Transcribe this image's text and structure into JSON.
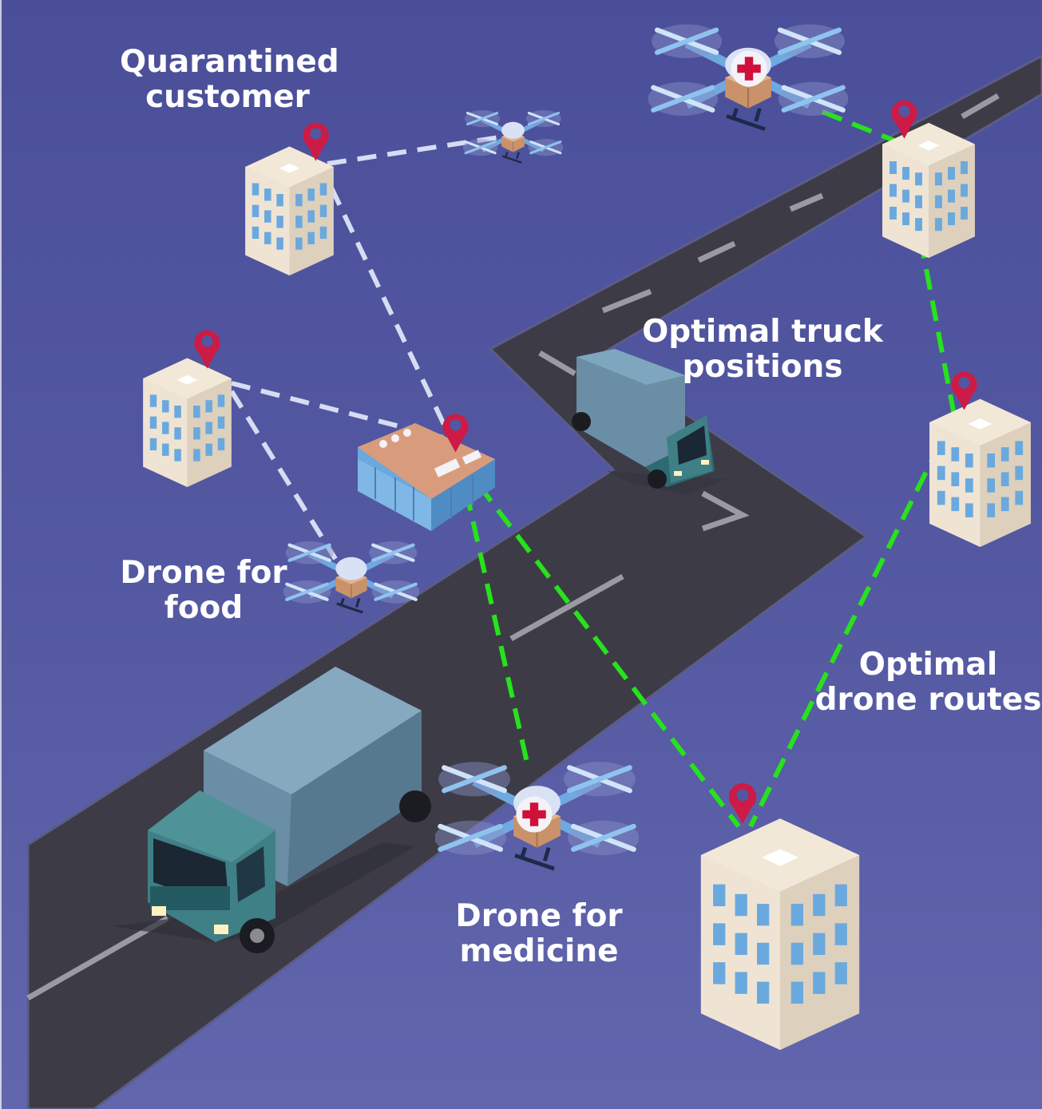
{
  "labels": {
    "quarantined_customer": [
      "Quarantined",
      "customer"
    ],
    "optimal_truck_positions": [
      "Optimal truck",
      "positions"
    ],
    "drone_for_food": [
      "Drone for",
      "food"
    ],
    "optimal_drone_routes": [
      "Optimal",
      "drone routes"
    ],
    "drone_for_medicine": [
      "Drone for",
      "medicine"
    ]
  },
  "colors": {
    "background": "#5257a0",
    "road": "#3d3c46",
    "road_marking": "#9a9aa4",
    "truck_cab": "#3f7f86",
    "truck_box": "#6a8ea5",
    "pin": "#cc1b46",
    "green_route": "#27e21c",
    "white_route": "#d6dcf3",
    "building_wall": "#eadfce",
    "building_window": "#6aa9de",
    "drone_arm": "#7fb8ec",
    "medicine_cross": "#d0103a",
    "parcel": "#c9926a"
  },
  "icons": [
    "location-pin-icon",
    "drone-icon",
    "truck-icon",
    "building-icon",
    "warehouse-icon",
    "medical-cross-icon",
    "parcel-icon"
  ]
}
